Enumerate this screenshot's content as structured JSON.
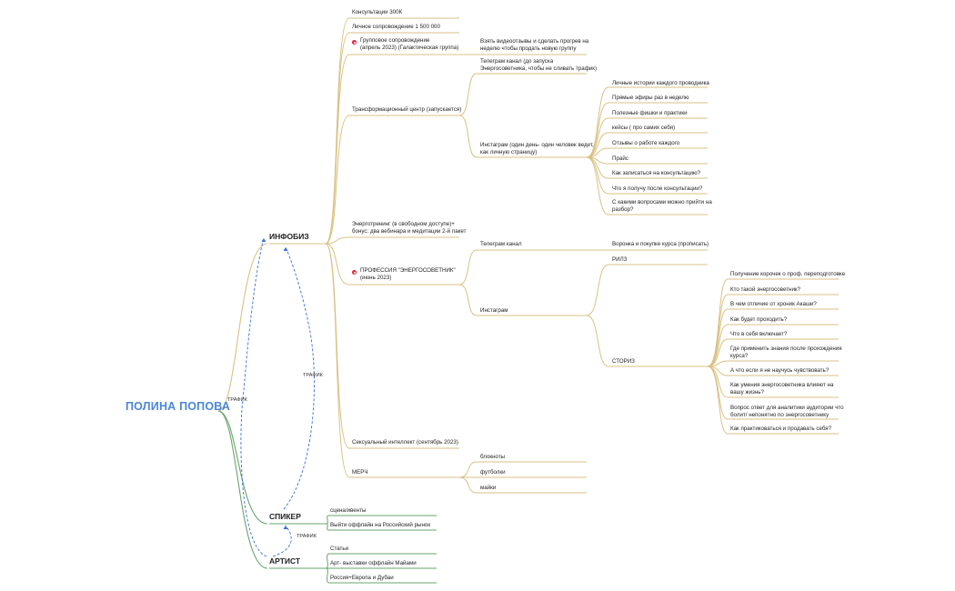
{
  "root": "ПОЛИНА ПОПОВА",
  "branches": {
    "infobiz": "ИНФОБИЗ",
    "speaker": "СПИКЕР",
    "artist": "АРТИСТ"
  },
  "traffic_labels": [
    "ТРАФИК",
    "ТРАФИК",
    "ТРАФИК"
  ],
  "infobiz": {
    "consult": "Консультации 300К",
    "personal": "Личное сопровождение  1 500 000",
    "group": [
      "Групповое сопровождение",
      "(апрель 2023) (Галактическая группа)"
    ],
    "group_child": [
      "Взять видеоотзывы и сделать прогрев на",
      "неделю чтобы продать новую группу"
    ],
    "transform": "Трансформационный центр (запускается)",
    "tg_channel_start": [
      "Телеграм канал (до запуска",
      "Энергосоветника, чтобы не сливать трафик)"
    ],
    "insta_one": [
      "Инстаграм (один день- один человек ведет,",
      "как личную страницу)"
    ],
    "insta_items": [
      [
        "Личные истории каждого проводника"
      ],
      [
        "Прямые эфиры раз в неделю"
      ],
      [
        "Полезные фишки и практики"
      ],
      [
        "кейсы ( про самих себя)"
      ],
      [
        "Отзывы о работе каждого"
      ],
      [
        "Прайс"
      ],
      [
        "Как записаться на консультацию?"
      ],
      [
        "Что я получу после консультации?"
      ],
      [
        "С какими вопросами можно прийти на",
        "разбор?"
      ]
    ],
    "energotrening": [
      "Энерготренинг (в свободном доступе)+",
      "бонус: два вебинара и медитации 2-й пакет"
    ],
    "profession": [
      "ПРОФЕССИЯ \"ЭНЕРГОСОВЕТНИК\"",
      "(июнь 2023)"
    ],
    "tg_channel": "Телеграм канал",
    "funnel": "Воронка и покупке курса (прописать)",
    "instagram": "Инстаграм",
    "reels": "РИЛЗ",
    "stories": "СТОРИЗ",
    "stories_items": [
      [
        "Получение корочек о проф. переподготовке"
      ],
      [
        "Кто такой энергосоветник?"
      ],
      [
        "В чем отличие от хроник Акаши?"
      ],
      [
        "Как будет проходить?"
      ],
      [
        "Что в себя включает?"
      ],
      [
        "Где применить знания после прохождения",
        "курса?"
      ],
      [
        "А что если я не научусь чувствовать?"
      ],
      [
        "Как умения энергосоветника влияют на",
        "вашу жизнь?"
      ],
      [
        "Вопрос ответ для аналитики аудитории что",
        "болит/ непонятно по энергосоветнику"
      ],
      [
        "Как практиковаться и продавать себя?"
      ]
    ],
    "sexual": "Сексуальный интеллект (сентябрь 2023)",
    "merch": "МЕРЧ",
    "merch_items": [
      "блокноты",
      "футболки",
      "майки"
    ]
  },
  "speaker": {
    "items": [
      "сцена/ивенты",
      "Выйти оффлайн на Российский рынок"
    ]
  },
  "artist": {
    "items": [
      "Статьи",
      "Арт- выставки оффлайн Майами",
      "Россия+Европа и Дубаи"
    ]
  },
  "colors": {
    "root": "#4a86d8",
    "infobiz_line": "#d9c184",
    "green_line": "#6aa36f",
    "traffic": "#3b6fd8",
    "marker": "#e0243b"
  }
}
